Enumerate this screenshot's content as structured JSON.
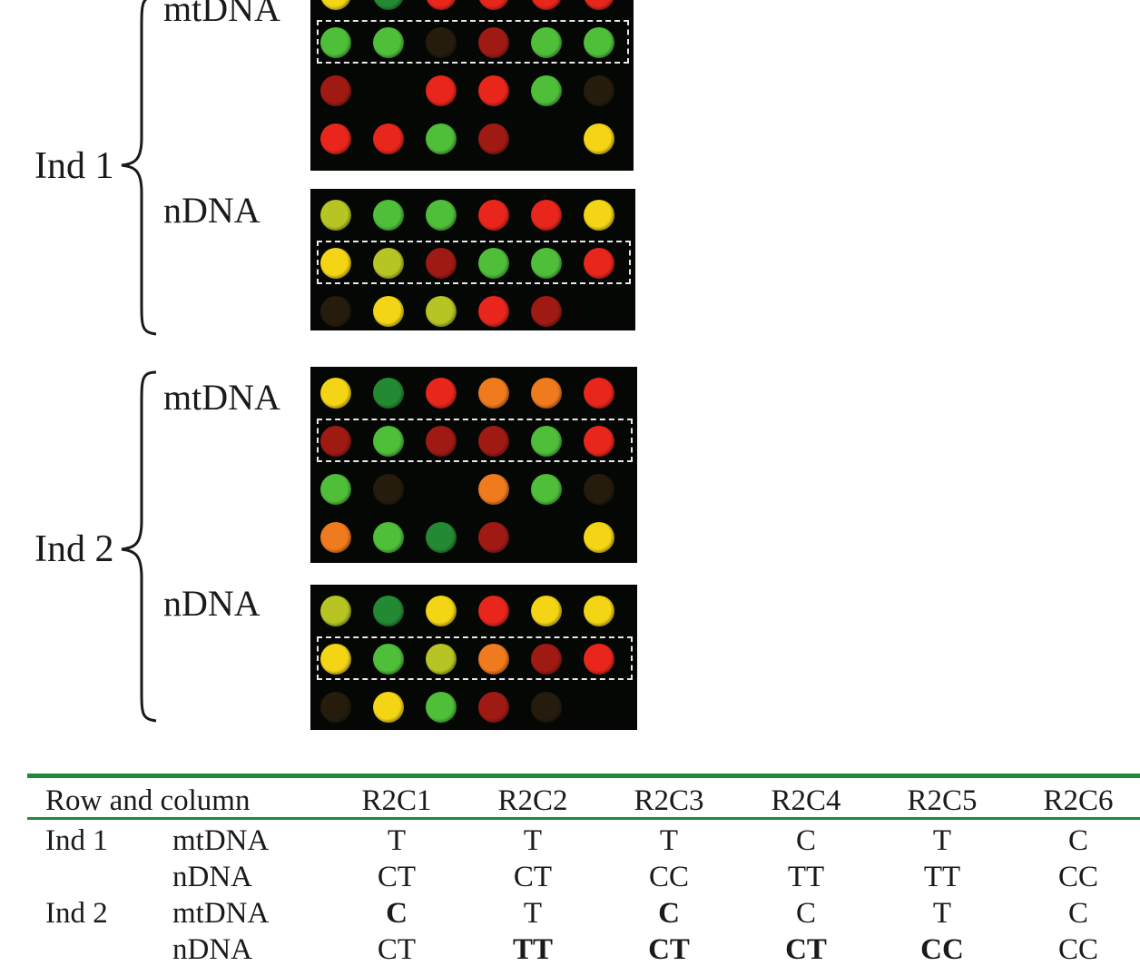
{
  "labels": {
    "ind1": "Ind 1",
    "ind2": "Ind 2",
    "ind1_mtdna": "mtDNA",
    "ind1_ndna": "nDNA",
    "ind2_mtdna": "mtDNA",
    "ind2_ndna": "nDNA"
  },
  "colors": {
    "red": "#e8261c",
    "orange": "#f07a1e",
    "yellow": "#f3d515",
    "green": "#4fbf3a",
    "dark_green": "#238a33",
    "dark_red": "#a01a14",
    "yellow_green": "#b7c524",
    "faint": "#3a2a12",
    "table_rule": "#1d8a3c",
    "panel_bg": "#050705"
  },
  "panels": [
    {
      "id": "ind1-mtdna",
      "rows": [
        [
          "yellow",
          "dark_green",
          "red",
          "red",
          "red",
          "red"
        ],
        [
          "green",
          "green",
          "faint",
          "dark_red",
          "green",
          "green"
        ],
        [
          "dark_red",
          "none",
          "red",
          "red",
          "green",
          "faint"
        ],
        [
          "red",
          "red",
          "green",
          "dark_red",
          "none",
          "yellow"
        ]
      ],
      "highlight_row": 1
    },
    {
      "id": "ind1-ndna",
      "rows": [
        [
          "yellow_green",
          "green",
          "green",
          "red",
          "red",
          "yellow"
        ],
        [
          "yellow",
          "yellow_green",
          "dark_red",
          "green",
          "green",
          "red"
        ],
        [
          "faint",
          "yellow",
          "yellow_green",
          "red",
          "dark_red",
          "none"
        ]
      ],
      "highlight_row": 1
    },
    {
      "id": "ind2-mtdna",
      "rows": [
        [
          "yellow",
          "dark_green",
          "red",
          "orange",
          "orange",
          "red"
        ],
        [
          "dark_red",
          "green",
          "dark_red",
          "dark_red",
          "green",
          "red"
        ],
        [
          "green",
          "faint",
          "none",
          "orange",
          "green",
          "faint"
        ],
        [
          "orange",
          "green",
          "dark_green",
          "dark_red",
          "none",
          "yellow"
        ]
      ],
      "highlight_row": 1
    },
    {
      "id": "ind2-ndna",
      "rows": [
        [
          "yellow_green",
          "dark_green",
          "yellow",
          "red",
          "yellow",
          "yellow"
        ],
        [
          "yellow",
          "green",
          "yellow_green",
          "orange",
          "dark_red",
          "red"
        ],
        [
          "faint",
          "yellow",
          "green",
          "dark_red",
          "faint",
          "none"
        ]
      ],
      "highlight_row": 1
    }
  ],
  "table": {
    "header": [
      "Row and column",
      "R2C1",
      "R2C2",
      "R2C3",
      "R2C4",
      "R2C5",
      "R2C6"
    ],
    "rows": [
      {
        "individual": "Ind 1",
        "dna": "mtDNA",
        "values": [
          "T",
          "T",
          "T",
          "C",
          "T",
          "C"
        ],
        "bold": [
          false,
          false,
          false,
          false,
          false,
          false
        ]
      },
      {
        "individual": "",
        "dna": "nDNA",
        "values": [
          "CT",
          "CT",
          "CC",
          "TT",
          "TT",
          "CC"
        ],
        "bold": [
          false,
          false,
          false,
          false,
          false,
          false
        ]
      },
      {
        "individual": "Ind 2",
        "dna": "mtDNA",
        "values": [
          "C",
          "T",
          "C",
          "C",
          "T",
          "C"
        ],
        "bold": [
          true,
          false,
          true,
          false,
          false,
          false
        ]
      },
      {
        "individual": "",
        "dna": "nDNA",
        "values": [
          "CT",
          "TT",
          "CT",
          "CT",
          "CC",
          "CC"
        ],
        "bold": [
          false,
          true,
          true,
          true,
          true,
          false
        ]
      }
    ]
  }
}
